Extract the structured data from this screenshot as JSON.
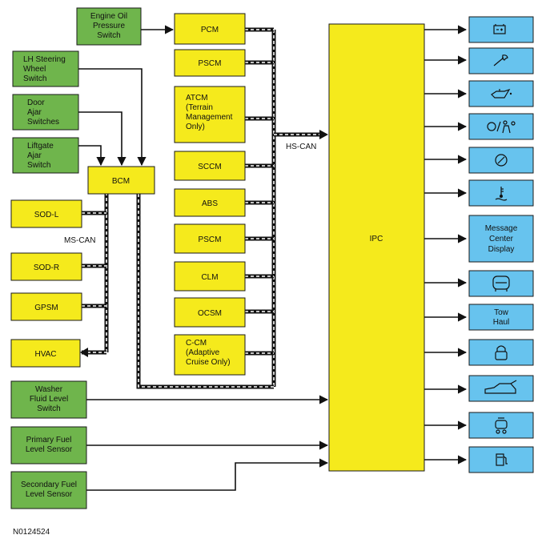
{
  "diagram": {
    "figure_id": "N0124524",
    "hs_can_label": "HS-CAN",
    "ms_can_label": "MS-CAN",
    "ipc_label": "IPC",
    "inputs": {
      "engine_oil": [
        "Engine Oil",
        "Pressure",
        "Switch"
      ],
      "lh_steering": [
        "LH Steering",
        "Wheel",
        "Switch"
      ],
      "door_ajar": [
        "Door",
        "Ajar",
        "Switches"
      ],
      "liftgate_ajar": [
        "Liftgate",
        "Ajar",
        "Switch"
      ],
      "washer_fluid": [
        "Washer",
        "Fluid Level",
        "Switch"
      ],
      "primary_fuel": [
        "Primary Fuel",
        "Level Sensor"
      ],
      "secondary_fuel": [
        "Secondary Fuel",
        "Level Sensor"
      ]
    },
    "hs_modules": {
      "pcm": "PCM",
      "pscm1": "PSCM",
      "atcm": [
        "ATCM",
        "(Terrain",
        "Management",
        "Only)"
      ],
      "sccm": "SCCM",
      "abs": "ABS",
      "pscm2": "PSCM",
      "clm": "CLM",
      "ocsm": "OCSM",
      "ccm": [
        "C-CM",
        "(Adaptive",
        "Cruise Only)"
      ]
    },
    "ms_modules": {
      "bcm": "BCM",
      "sod_l": "SOD-L",
      "sod_r": "SOD-R",
      "gpsm": "GPSM",
      "hvac": "HVAC"
    },
    "outputs": {
      "battery": "battery-icon",
      "wrench": "wrench-icon",
      "oil": "oil-can-icon",
      "airbag": "airbag-seatbelt-icon",
      "speed_control": "speed-control-icon",
      "coolant": "coolant-temperature-icon",
      "message_center": [
        "Message",
        "Center",
        "Display"
      ],
      "vehicle_front": "vehicle-front-icon",
      "tow_haul": [
        "Tow",
        "Haul"
      ],
      "door_lock": "lock-icon",
      "liftgate": "liftgate-open-icon",
      "hill_descent": "traction-icon",
      "fuel": "fuel-pump-icon"
    },
    "colors": {
      "module": "#f5ea1c",
      "input": "#6fb54c",
      "output": "#67c3ee"
    }
  }
}
